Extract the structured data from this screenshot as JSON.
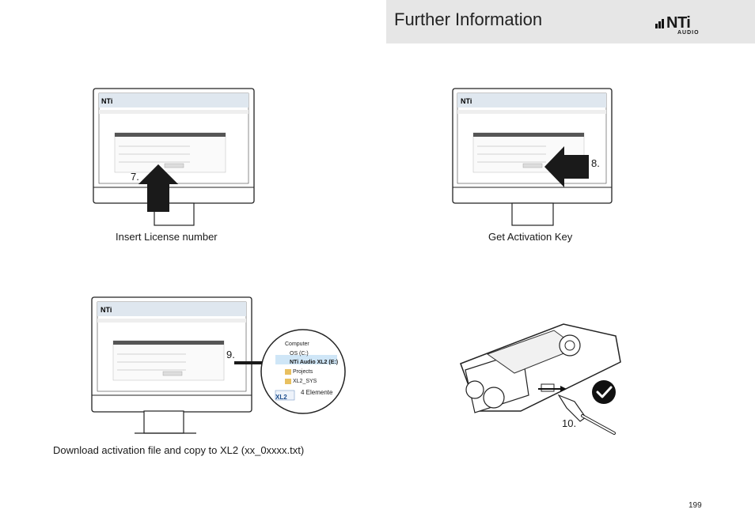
{
  "header": {
    "title": "Further Information",
    "logo_text": "NTi",
    "logo_subtext": "AUDIO"
  },
  "steps": [
    {
      "number": "7.",
      "caption": "Insert License number"
    },
    {
      "number": "8.",
      "caption": "Get Activation Key"
    },
    {
      "number": "9.",
      "caption": "Download activation file and copy to XL2 (xx_0xxxx.txt)"
    },
    {
      "number": "10.",
      "caption": ""
    }
  ],
  "file_explorer": {
    "items": [
      "Computer",
      "OS (C:)",
      "NTi Audio XL2 (E:)",
      "Projects",
      "XL2_SYS"
    ],
    "status": "4 Elemente",
    "drive_badge": "XL2"
  },
  "page_number": "199",
  "colors": {
    "header_band": "#e6e6e6",
    "arrow": "#1a1a1a",
    "checkmark": "#111111"
  }
}
